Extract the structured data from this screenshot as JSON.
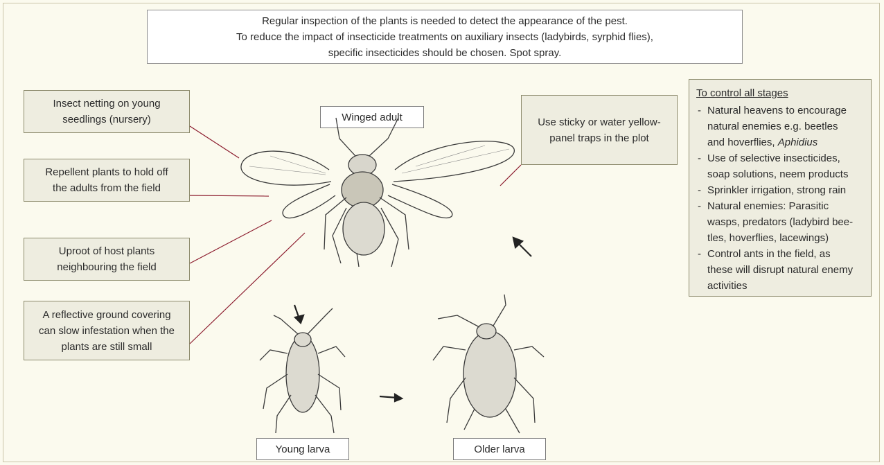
{
  "top_note": {
    "lines": [
      "Regular inspection of the plants is needed to detect the appearance of the pest.",
      "To reduce the impact of insecticide treatments on auxiliary insects (ladybirds, syrphid flies),",
      "specific insecticides should be chosen. Spot spray."
    ]
  },
  "left_boxes": [
    {
      "lines": [
        "Insect netting on young",
        "seedlings (nursery)"
      ]
    },
    {
      "lines": [
        "Repellent plants to hold off",
        "the adults from the field"
      ]
    },
    {
      "lines": [
        "Uproot of host plants",
        "neighbouring the field"
      ]
    },
    {
      "lines": [
        "A reflective ground covering",
        "can slow infestation when the",
        "plants are still small"
      ]
    }
  ],
  "trap_box": {
    "lines": [
      "Use sticky or water yellow-",
      "panel traps in the plot"
    ]
  },
  "stage_labels": {
    "adult": "Winged adult",
    "young": "Young larva",
    "older": "Older larva"
  },
  "control_all": {
    "heading": "To control all stages",
    "items": [
      {
        "lines": [
          "Natural heavens to encourage",
          "natural enemies e.g. beetles"
        ],
        "last_prefix": "and hoverflies, ",
        "last_italic": "Aphidius"
      },
      {
        "lines": [
          "Use of selective insecticides,",
          "soap solutions, neem products"
        ]
      },
      {
        "lines": [
          "Sprinkler irrigation, strong rain"
        ]
      },
      {
        "lines": [
          "Natural enemies: Parasitic",
          "wasps, predators (ladybird bee-",
          "tles, hoverflies, lacewings)"
        ]
      },
      {
        "lines": [
          "Control ants in the field, as",
          "these will disrupt natural enemy",
          "activities"
        ]
      }
    ]
  },
  "colors": {
    "background": "#fbfaee",
    "box_fill": "#eeede0",
    "connector": "#8b1a2c",
    "insect": "#3a3a3a"
  }
}
